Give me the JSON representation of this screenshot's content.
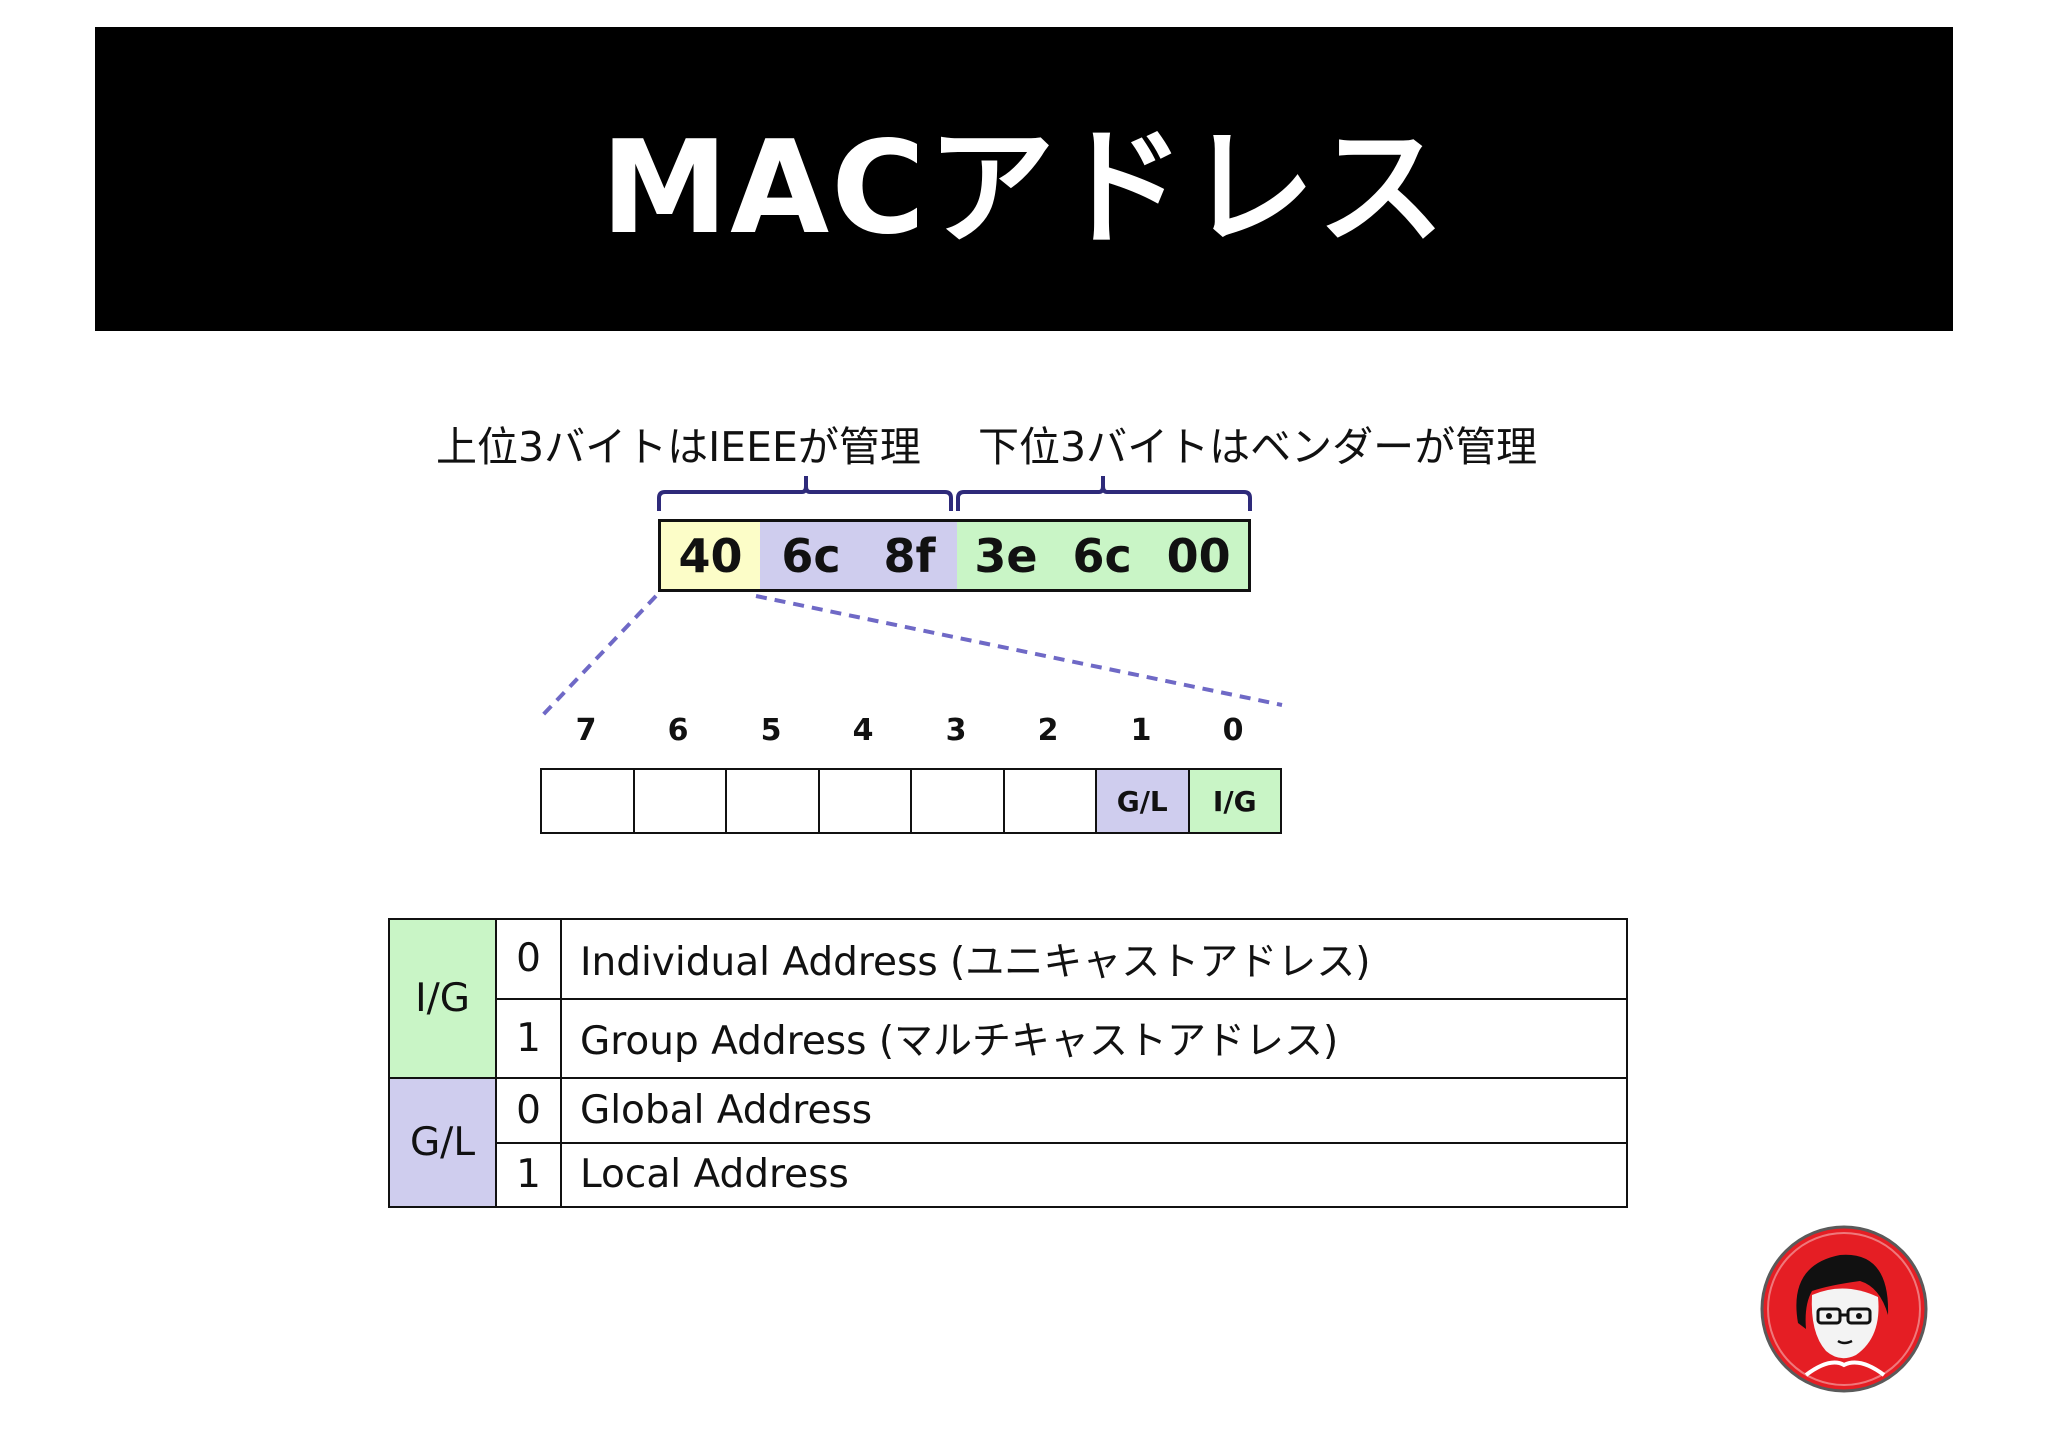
{
  "title": "MACアドレス",
  "labels": {
    "upper": "上位3バイトはIEEEが管理",
    "lower": "下位3バイトはベンダーが管理"
  },
  "bytes": [
    {
      "value": "40",
      "color": "#fcfdc8"
    },
    {
      "value": "6c",
      "color": "#cfcdee"
    },
    {
      "value": "8f",
      "color": "#cfcdee"
    },
    {
      "value": "3e",
      "color": "#c9f5c6"
    },
    {
      "value": "6c",
      "color": "#c9f5c6"
    },
    {
      "value": "00",
      "color": "#c9f5c6"
    }
  ],
  "bit_numbers": [
    "7",
    "6",
    "5",
    "4",
    "3",
    "2",
    "1",
    "0"
  ],
  "bits": [
    {
      "label": "",
      "color": "#ffffff"
    },
    {
      "label": "",
      "color": "#ffffff"
    },
    {
      "label": "",
      "color": "#ffffff"
    },
    {
      "label": "",
      "color": "#ffffff"
    },
    {
      "label": "",
      "color": "#ffffff"
    },
    {
      "label": "",
      "color": "#ffffff"
    },
    {
      "label": "G/L",
      "color": "#cfcdee"
    },
    {
      "label": "I/G",
      "color": "#c9f5c6"
    }
  ],
  "flags": [
    {
      "name": "I/G",
      "color": "#c9f5c6",
      "rows": [
        {
          "value": "0",
          "desc": "Individual Address (ユニキャストアドレス)"
        },
        {
          "value": "1",
          "desc": "Group Address (マルチキャストアドレス)"
        }
      ]
    },
    {
      "name": "G/L",
      "color": "#cfcdee",
      "rows": [
        {
          "value": "0",
          "desc": "Global Address"
        },
        {
          "value": "1",
          "desc": "Local Address"
        }
      ]
    }
  ],
  "colors": {
    "bracket": "#2e2a7a",
    "dashed_line": "#6f69c6",
    "avatar_red": "#e51e24"
  }
}
